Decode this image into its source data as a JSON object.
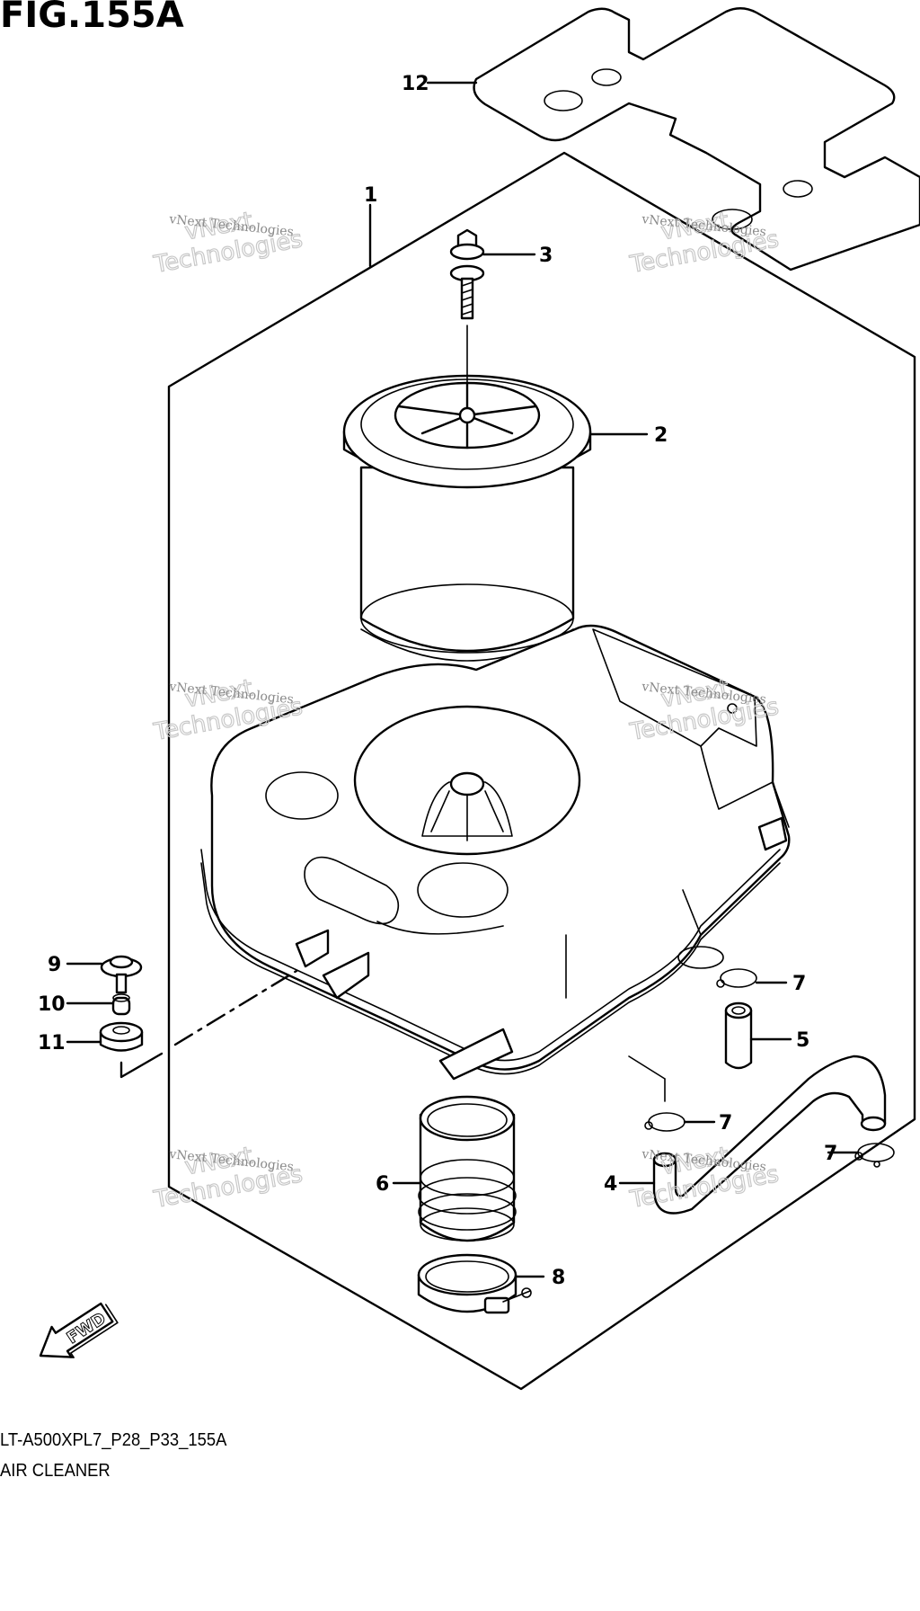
{
  "figure": {
    "title": "FIG.155A",
    "code": "LT-A500XPL7_P28_P33_155A",
    "name": "AIR CLEANER"
  },
  "callouts": [
    {
      "id": "c1",
      "number": "1"
    },
    {
      "id": "c2",
      "number": "2"
    },
    {
      "id": "c3",
      "number": "3"
    },
    {
      "id": "c4",
      "number": "4"
    },
    {
      "id": "c5",
      "number": "5"
    },
    {
      "id": "c6",
      "number": "6"
    },
    {
      "id": "c7a",
      "number": "7"
    },
    {
      "id": "c7b",
      "number": "7"
    },
    {
      "id": "c7c",
      "number": "7"
    },
    {
      "id": "c8",
      "number": "8"
    },
    {
      "id": "c9",
      "number": "9"
    },
    {
      "id": "c10",
      "number": "10"
    },
    {
      "id": "c11",
      "number": "11"
    },
    {
      "id": "c12",
      "number": "12"
    }
  ],
  "fwd_arrow": {
    "label": "FWD"
  },
  "watermark": {
    "small": "vNext Technologies",
    "big_line1": "vNext",
    "big_line2": "Technologies"
  }
}
